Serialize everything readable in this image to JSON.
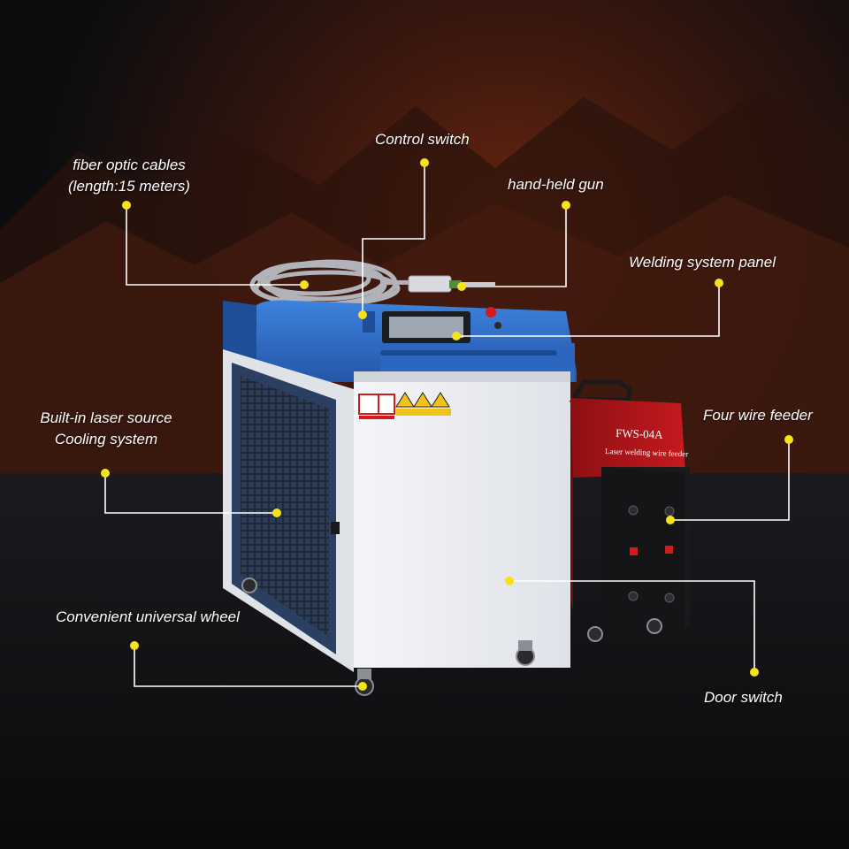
{
  "labels": {
    "fiber": {
      "line1": "fiber optic cables",
      "line2": "(length:15 meters)"
    },
    "control_switch": "Control switch",
    "handheld_gun": "hand-held gun",
    "welding_panel": "Welding system panel",
    "laser_source": {
      "line1": "Built-in laser source",
      "line2": "Cooling system"
    },
    "wire_feeder": "Four wire feeder",
    "universal_wheel": "Convenient universal wheel",
    "door_switch": "Door switch"
  },
  "feeder": {
    "model": "FWS-04A",
    "subtitle": "Laser welding wire feeder"
  },
  "colors": {
    "callout_dot": "#f5e21a",
    "callout_line": "#ffffff",
    "cabinet_blue": "#2f6fc8",
    "cabinet_body": "#eceef2",
    "feeder_red": "#b3161a",
    "feeder_panel": "#1a1a1c",
    "background": "#0d0d0f"
  }
}
